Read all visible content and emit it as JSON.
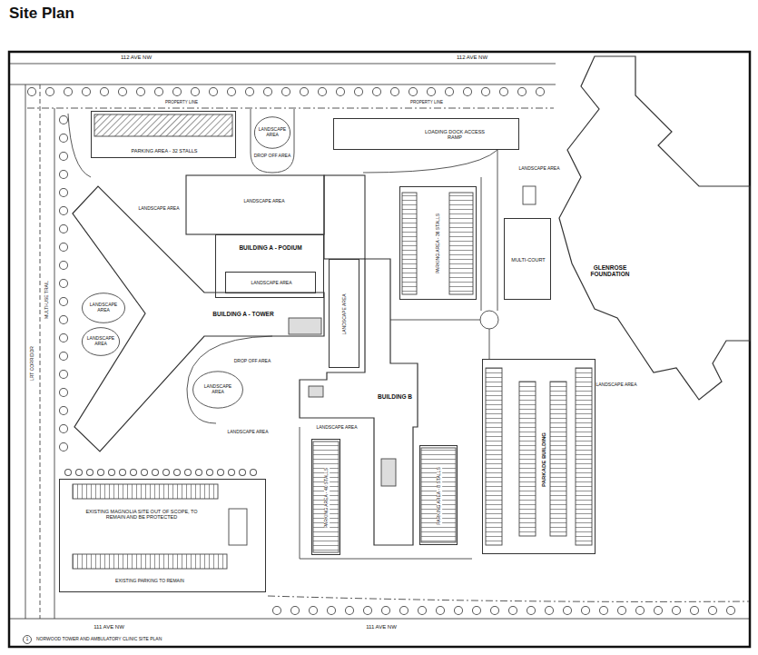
{
  "diagram": {
    "title": "Site Plan",
    "nodes": [
      {
        "text": [
          "PARKING AREA - 32 STALLS"
        ]
      },
      {
        "text": [
          "LANDSCAPE AREA"
        ]
      },
      {
        "text": [
          "DROP OFF AREA"
        ]
      },
      {
        "text": [
          "LOADING DOCK ACCESS RAMP"
        ]
      },
      {
        "text": [
          "LANDSCAPE AREA"
        ]
      },
      {
        "text": [
          "LANDSCAPE AREA"
        ]
      },
      {
        "text": [
          "BUILDING A - PODIUM"
        ]
      },
      {
        "text": [
          "LANDSCAPE AREA"
        ],
        "in": 6
      },
      {
        "text": [
          "BUILDING A - TOWER"
        ]
      },
      {
        "text": [
          "LANDSCAPE AREA"
        ]
      },
      {
        "text": [
          "LANDSCAPE AREA"
        ]
      },
      {
        "text": [
          "DROP OFF AREA"
        ]
      },
      {
        "text": [
          "LANDSCAPE AREA"
        ]
      },
      {
        "text": [
          "LANDSCAPE AREA"
        ]
      },
      {
        "text": [
          "LANDSCAPE AREA"
        ]
      },
      {
        "text": [
          "BUILDING B"
        ]
      },
      {
        "text": [
          "LANDSCAPE AREA"
        ]
      },
      {
        "text": [
          "PARKING AREA - 36 STALLS"
        ]
      },
      {
        "text": [
          "MULTI-COURT"
        ]
      },
      {
        "text": [
          "LANDSCAPE AREA"
        ]
      },
      {
        "text": [
          "GLENROSE FOUNDATION"
        ]
      },
      {
        "text": [
          "LANDSCAPE AREA"
        ]
      },
      {
        "text": [
          "PARKADE BUILDING"
        ]
      },
      {
        "text": [
          "PARKING AREA - 40 STALLS"
        ]
      },
      {
        "text": [
          "PARKING AREA - 8 STALLS"
        ]
      },
      {
        "text": [
          "EXISTING MAGNOLIA SITE OUT OF SCOPE, TO REMAIN AND BE PROTECTED"
        ]
      }
    ],
    "labels": [
      "112 AVE NW",
      "112 AVE NW",
      "PROPERTY LINE",
      "PROPERTY LINE",
      "LRT CORRIDOR",
      "MULTI-USE TRAIL",
      "EXISTING PARKING TO REMAIN",
      "111 AVE NW",
      "111 AVE NW",
      "NORWOOD TOWER AND AMBULATORY CLINIC SITE PLAN",
      "1"
    ]
  }
}
